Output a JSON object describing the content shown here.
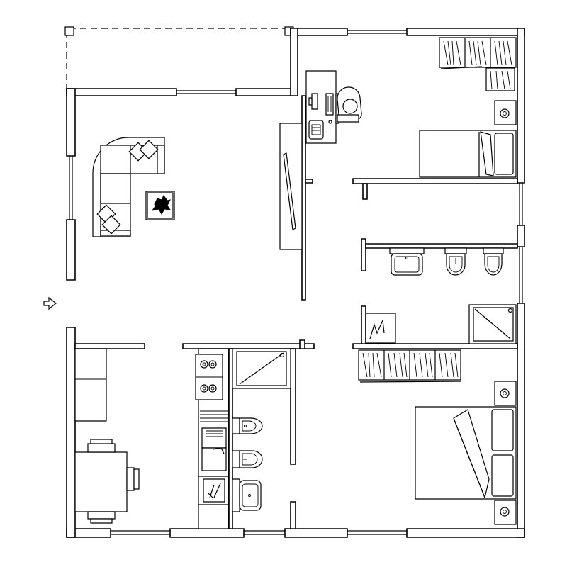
{
  "plan": {
    "entrance_icon": "arrow-right-outline-icon",
    "rooms": [
      {
        "id": "living-room",
        "furniture": [
          "corner-sofa",
          "coffee-table",
          "wall-unit"
        ]
      },
      {
        "id": "kitchen-dining",
        "furniture": [
          "kitchen-counter",
          "dining-table",
          "chairs"
        ]
      },
      {
        "id": "bathroom-left",
        "fixtures": [
          "shower",
          "toilet",
          "bidet",
          "sink"
        ]
      },
      {
        "id": "study-bedroom",
        "furniture": [
          "desk",
          "computer",
          "single-bed",
          "bookshelf"
        ]
      },
      {
        "id": "bathroom-right",
        "fixtures": [
          "sink",
          "bidet",
          "toilet",
          "shower"
        ]
      },
      {
        "id": "master-bedroom",
        "furniture": [
          "double-bed",
          "bookshelf",
          "nightstands"
        ]
      }
    ]
  }
}
